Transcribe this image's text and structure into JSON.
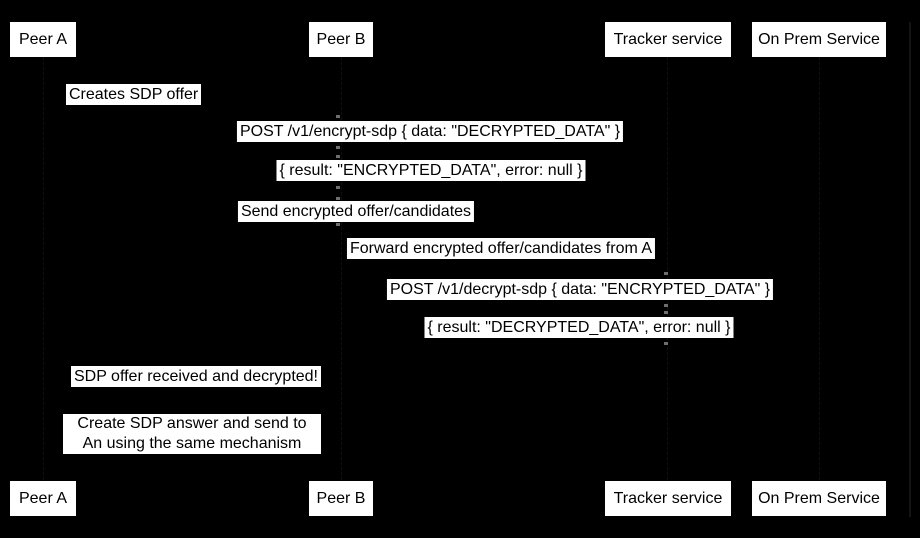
{
  "diagram": {
    "type": "sequence-diagram",
    "background_color": "#000000",
    "actor_fill_color": "#ffffff",
    "actor_text_color": "#000000",
    "label_background_color": "#ffffff",
    "label_text_color": "#000000",
    "lifeline_dash_color": "#6e6e6e",
    "actors": [
      {
        "label": "Peer A"
      },
      {
        "label": "Peer B"
      },
      {
        "label": "Tracker service"
      },
      {
        "label": "On Prem Service"
      }
    ],
    "messages": [
      {
        "text": "Creates SDP offer"
      },
      {
        "text": "POST /v1/encrypt-sdp { data: \"DECRYPTED_DATA\" }"
      },
      {
        "text": "{ result: \"ENCRYPTED_DATA\", error: null }"
      },
      {
        "text": "Send encrypted offer/candidates"
      },
      {
        "text": "Forward encrypted offer/candidates from A"
      },
      {
        "text": "POST /v1/decrypt-sdp { data: \"ENCRYPTED_DATA\" }"
      },
      {
        "text": "{ result: \"DECRYPTED_DATA\", error: null }"
      },
      {
        "text": "SDP offer received and decrypted!"
      },
      {
        "text": "Create SDP answer and send to An using the same mechanism"
      }
    ]
  }
}
